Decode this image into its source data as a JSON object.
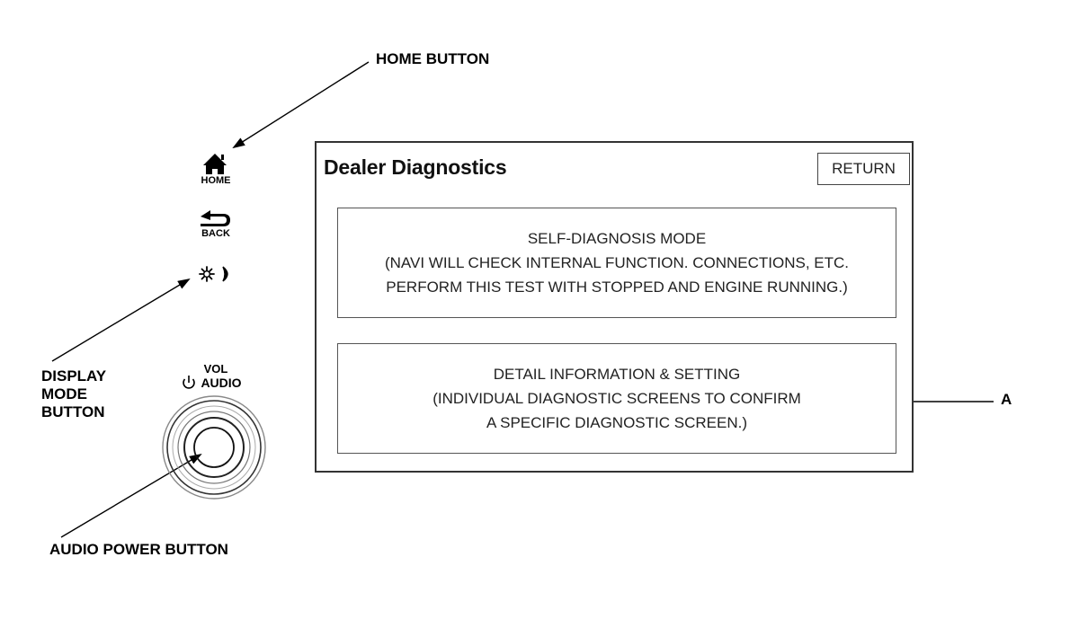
{
  "callouts": {
    "home_button": "HOME BUTTON",
    "display_mode_button": [
      "DISPLAY",
      "MODE",
      "BUTTON"
    ],
    "audio_power_button": "AUDIO POWER BUTTON",
    "a": "A"
  },
  "controls": {
    "home_label": "HOME",
    "back_label": "BACK",
    "vol_label": "VOL",
    "audio_label": "AUDIO"
  },
  "screen": {
    "title": "Dealer Diagnostics",
    "return_label": "RETURN",
    "buttons": [
      {
        "lines": [
          "SELF-DIAGNOSIS MODE",
          "(NAVI WILL CHECK INTERNAL FUNCTION. CONNECTIONS, ETC.",
          "PERFORM THIS TEST WITH STOPPED AND ENGINE RUNNING.)"
        ]
      },
      {
        "lines": [
          "DETAIL INFORMATION & SETTING",
          "(INDIVIDUAL DIAGNOSTIC SCREENS TO CONFIRM",
          "A SPECIFIC DIAGNOSTIC SCREEN.)"
        ]
      }
    ]
  },
  "icons": {
    "home": "home-icon",
    "back": "back-arrow-icon",
    "display_mode": "sun-moon-icon",
    "power": "power-icon",
    "knob": "volume-knob"
  }
}
